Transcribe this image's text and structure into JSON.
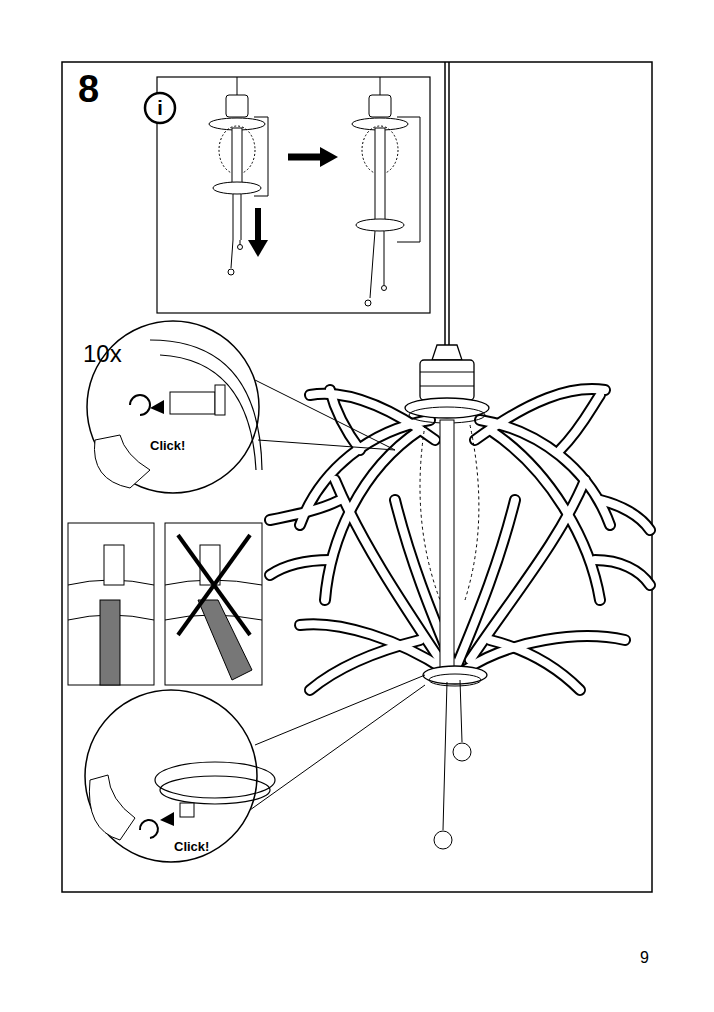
{
  "diagram": {
    "labels": [
      "8",
      "i",
      "10x",
      "Click!",
      "Click!",
      "9"
    ]
  }
}
